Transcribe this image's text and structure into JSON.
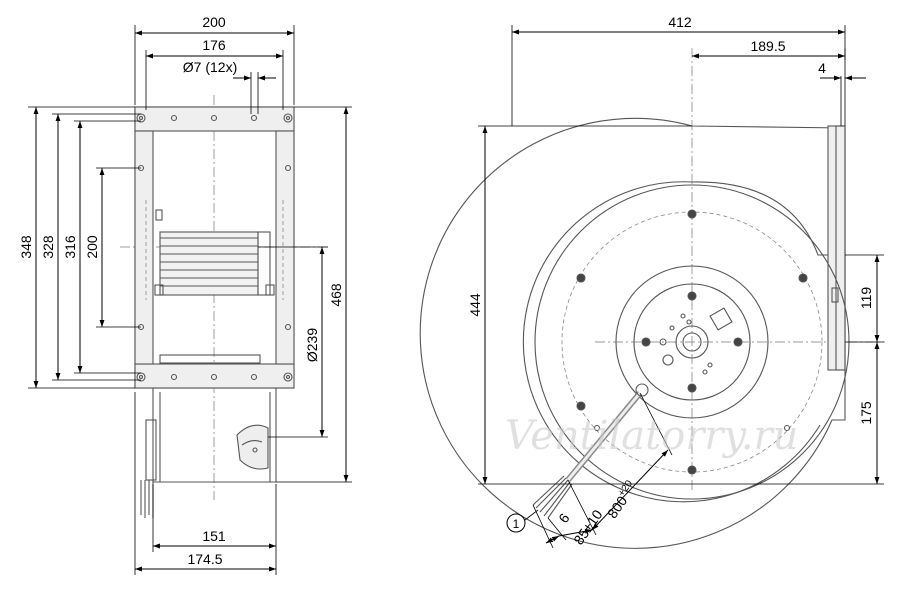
{
  "front_view": {
    "dims": {
      "width_200": "200",
      "width_176": "176",
      "holes": "Ø7 (12x)",
      "h_348": "348",
      "h_328": "328",
      "h_316": "316",
      "h_200": "200",
      "h_468": "468",
      "d_239": "Ø239",
      "w_151": "151",
      "w_174_5": "174.5"
    }
  },
  "side_view": {
    "dims": {
      "w_412": "412",
      "w_189_5": "189.5",
      "w_4": "4",
      "h_444": "444",
      "h_119": "119",
      "h_175": "175",
      "cable_6": "6",
      "cable_85": "85±10",
      "cable_800_main": "800",
      "cable_800_sup": "+20"
    },
    "callout": "1"
  },
  "watermark": "Ventilatorry.ru"
}
